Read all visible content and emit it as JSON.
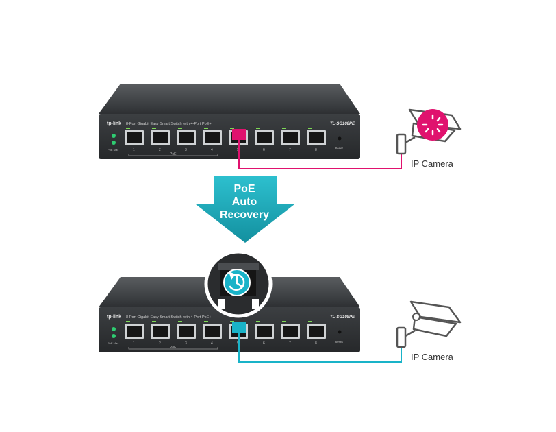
{
  "top_switch": {
    "brand": "tp-link",
    "description": "8-Port Gigabit Easy Smart Switch with 4-Port PoE+",
    "model": "TL-SG108PE",
    "port_numbers": [
      "1",
      "2",
      "3",
      "4",
      "5",
      "6",
      "7",
      "8"
    ],
    "poe_label": "PoE",
    "reset_label": "Reset",
    "led_label": "PoE Max",
    "connected_port": 5,
    "line_color": "#e0126e"
  },
  "bottom_switch": {
    "brand": "tp-link",
    "description": "8-Port Gigabit Easy Smart Switch with 4-Port PoE+",
    "model": "TL-SG108PE",
    "port_numbers": [
      "1",
      "2",
      "3",
      "4",
      "5",
      "6",
      "7",
      "8"
    ],
    "poe_label": "PoE",
    "reset_label": "Reset",
    "led_label": "PoE Max",
    "connected_port": 5,
    "line_color": "#19b3c8"
  },
  "arrow": {
    "line1": "PoE",
    "line2": "Auto",
    "line3": "Recovery",
    "color": "#1aa7b8"
  },
  "camera_top": {
    "label": "IP Camera",
    "status": "offline",
    "color": "#e0126e"
  },
  "camera_bottom": {
    "label": "IP Camera",
    "status": "online",
    "color": "#555555"
  },
  "colors": {
    "switch_body": "#3a3d40",
    "switch_top": "#4a4d50",
    "port": "#1a1a1a",
    "accent_pink": "#e0126e",
    "accent_teal": "#19b3c8"
  }
}
